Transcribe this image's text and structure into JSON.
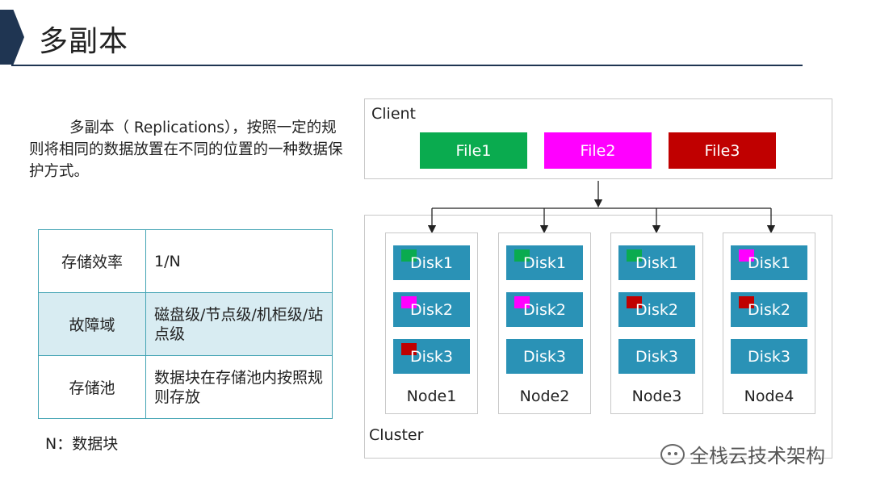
{
  "slide": {
    "title": "多副本",
    "intro": "多副本（ Replications），按照一定的规则将相同的数据放置在不同的位置的一种数据保护方式。",
    "note": "N：数据块",
    "watermark": "全栈云技术架构"
  },
  "table": {
    "rows": [
      {
        "key": "存储效率",
        "value": "1/N"
      },
      {
        "key": "故障域",
        "value": "磁盘级/节点级/机柜级/站点级"
      },
      {
        "key": "存储池",
        "value": "数据块在存储池内按照规则存放"
      }
    ]
  },
  "diagram": {
    "client_label": "Client",
    "cluster_label": "Cluster",
    "files": [
      {
        "label": "File1",
        "color": "#0aab4f"
      },
      {
        "label": "File2",
        "color": "#ff00ff"
      },
      {
        "label": "File3",
        "color": "#c00000"
      }
    ],
    "nodes": [
      {
        "label": "Node1",
        "disks": [
          {
            "label": "Disk1",
            "replica": "File1"
          },
          {
            "label": "Disk2",
            "replica": "File2"
          },
          {
            "label": "Disk3",
            "replica": "File3"
          }
        ]
      },
      {
        "label": "Node2",
        "disks": [
          {
            "label": "Disk1",
            "replica": "File1"
          },
          {
            "label": "Disk2",
            "replica": "File2"
          },
          {
            "label": "Disk3",
            "replica": ""
          }
        ]
      },
      {
        "label": "Node3",
        "disks": [
          {
            "label": "Disk1",
            "replica": "File1"
          },
          {
            "label": "Disk2",
            "replica": "File3"
          },
          {
            "label": "Disk3",
            "replica": ""
          }
        ]
      },
      {
        "label": "Node4",
        "disks": [
          {
            "label": "Disk1",
            "replica": "File2"
          },
          {
            "label": "Disk2",
            "replica": "File3"
          },
          {
            "label": "Disk3",
            "replica": ""
          }
        ]
      }
    ],
    "disk_color": "#2a92b6"
  }
}
